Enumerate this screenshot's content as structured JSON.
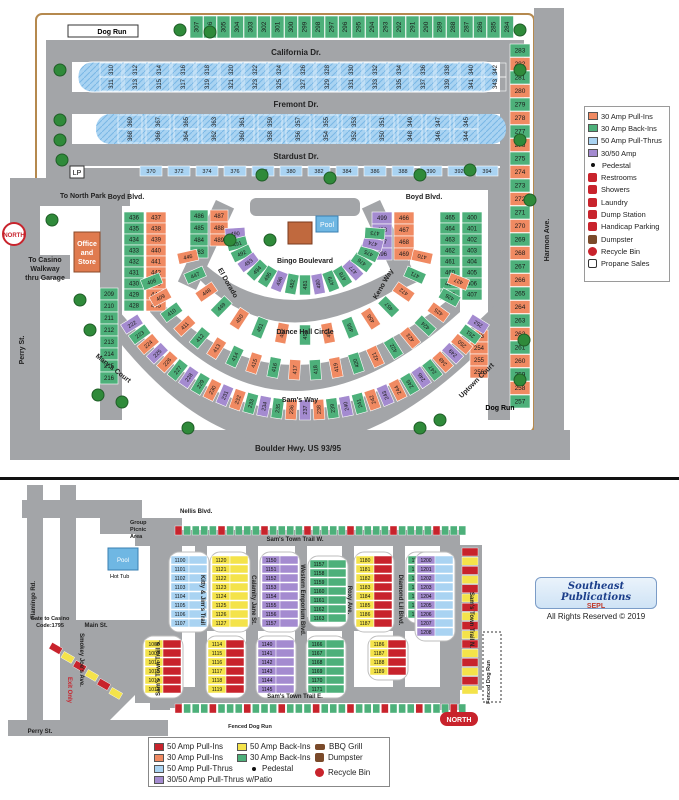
{
  "top_map": {
    "roads": {
      "california_dr": "California Dr.",
      "fremont_dr": "Fremont Dr.",
      "stardust_dr": "Stardust Dr.",
      "boyd_blvd_left": "Boyd Blvd.",
      "boyd_blvd_right": "Boyd Blvd.",
      "harmon_ave": "Harmon Ave.",
      "perry_st": "Perry St.",
      "el_dorado": "El Dorado",
      "keno_way": "Keno Way",
      "bingo_boulevard": "Bingo Boulevard",
      "dance_hall_circle": "Dance Hall Circle",
      "marys_court": "Mary's Court",
      "sams_way": "Sam's Way",
      "uptown_court": "Uptown Court",
      "boulder_hwy": "Boulder Hwy. US 93/95",
      "to_north_park": "To North Park",
      "to_casino_1": "To Casino",
      "to_casino_2": "Walkway",
      "to_casino_3": "thru Garage"
    },
    "labels": {
      "dog_run_top": "Dog Run",
      "dog_run_bottom": "Dog Run",
      "pool": "Pool",
      "lp": "LP",
      "office_1": "Office",
      "office_2": "and",
      "office_3": "Store",
      "north": "NORTH"
    },
    "rows": {
      "california_top": [
        "307",
        "306",
        "305",
        "304",
        "303",
        "302",
        "301",
        "300",
        "299",
        "298",
        "297",
        "296",
        "295",
        "294",
        "293",
        "292",
        "291",
        "290",
        "289",
        "288",
        "287",
        "286",
        "285",
        "284"
      ],
      "california_bottom": [
        "310",
        "312",
        "314",
        "316",
        "318",
        "320",
        "322",
        "324",
        "326",
        "328",
        "330",
        "332",
        "334",
        "336",
        "338",
        "340",
        "342"
      ],
      "fremont_top": [
        "311",
        "313",
        "315",
        "317",
        "319",
        "321",
        "323",
        "325",
        "327",
        "329",
        "331",
        "333",
        "335",
        "337",
        "339",
        "341",
        "343"
      ],
      "fremont_bottom": [
        "369",
        "367",
        "365",
        "363",
        "361",
        "359",
        "357",
        "355",
        "353",
        "351",
        "349",
        "347",
        "345"
      ],
      "stardust_top": [
        "368",
        "366",
        "364",
        "362",
        "360",
        "358",
        "356",
        "354",
        "352",
        "350",
        "348",
        "346",
        "344"
      ],
      "stardust_bottom": [
        "370",
        "372",
        "374",
        "376",
        "378",
        "380",
        "382",
        "384",
        "386",
        "388",
        "390",
        "392",
        "394"
      ],
      "east_column": [
        "283",
        "282",
        "281",
        "280",
        "279",
        "278",
        "277",
        "276",
        "275",
        "274",
        "273",
        "272",
        "271",
        "270",
        "269",
        "268",
        "267",
        "266",
        "265",
        "264",
        "263",
        "262",
        "261",
        "260",
        "259",
        "258",
        "257"
      ],
      "west_block_a": [
        "436",
        "435",
        "434",
        "433",
        "432",
        "431",
        "430",
        "429",
        "428",
        "437",
        "438",
        "439",
        "440",
        "441",
        "442",
        "443",
        "444",
        "445"
      ],
      "west_block_b": [
        "486",
        "485",
        "484",
        "483",
        "487",
        "488",
        "489"
      ],
      "east_block_a": [
        "499",
        "498",
        "497",
        "496",
        "466",
        "467",
        "468",
        "469"
      ],
      "east_block_b": [
        "465",
        "464",
        "463",
        "462",
        "461",
        "460",
        "459",
        "458",
        "400",
        "401",
        "402",
        "403",
        "404",
        "405",
        "406",
        "407"
      ],
      "bingo_ring": [
        "490",
        "491",
        "492",
        "493",
        "494",
        "495",
        "496",
        "482",
        "481",
        "480",
        "479",
        "478",
        "477",
        "476",
        "475",
        "474",
        "473"
      ],
      "dance_ring": [
        "446",
        "447",
        "448",
        "449",
        "450",
        "451",
        "452",
        "453",
        "454",
        "455",
        "456",
        "457",
        "472",
        "471",
        "470"
      ],
      "sams_ring_inner": [
        "408",
        "409",
        "410",
        "411",
        "412",
        "413",
        "414",
        "415",
        "416",
        "417",
        "418",
        "419",
        "420",
        "421",
        "422",
        "423",
        "424",
        "425",
        "426",
        "427"
      ],
      "sams_ring_outer": [
        "222",
        "223",
        "224",
        "225",
        "226",
        "227",
        "228",
        "229",
        "230",
        "231",
        "232",
        "233",
        "234",
        "235",
        "236",
        "237",
        "238",
        "239",
        "240",
        "241",
        "242",
        "243",
        "244",
        "245",
        "246",
        "247",
        "248",
        "249",
        "250",
        "251",
        "252"
      ],
      "west_column": [
        "209",
        "210",
        "211",
        "212",
        "213",
        "214",
        "215",
        "216",
        "217",
        "218",
        "219",
        "220",
        "221"
      ],
      "uptown": [
        "253",
        "254",
        "255",
        "256"
      ]
    },
    "legend": {
      "items": [
        {
          "label": "30 Amp Pull-Ins",
          "color": "#f08a62"
        },
        {
          "label": "30 Amp Back-Ins",
          "color": "#4db07a"
        },
        {
          "label": "50 Amp Pull-Thrus",
          "color": "#a9d3f2"
        },
        {
          "label": "30/50 Amp",
          "color": "#a48bd0"
        },
        {
          "label": "Pedestal",
          "icon": "pedestal-icon"
        },
        {
          "label": "Restrooms",
          "icon": "restrooms-icon"
        },
        {
          "label": "Showers",
          "icon": "showers-icon"
        },
        {
          "label": "Laundry",
          "icon": "laundry-icon"
        },
        {
          "label": "Dump Station",
          "icon": "dump-station-icon"
        },
        {
          "label": "Handicap Parking",
          "icon": "handicap-icon"
        },
        {
          "label": "Dumpster",
          "icon": "dumpster-icon"
        },
        {
          "label": "Recycle Bin",
          "icon": "recycle-icon"
        },
        {
          "label": "Propane Sales",
          "icon": "propane-icon"
        }
      ]
    }
  },
  "bottom_map": {
    "roads": {
      "nellis_blvd": "Nellis Blvd.",
      "sams_town_trail_w": "Sam's Town Trail W.",
      "sams_town_trail_e": "Sam's Town Trail E.",
      "sams_town_trail_s": "Sam's Town Trail S.",
      "sams_town_trail_n": "Sam's Town Trail N.",
      "flamingo_rd": "Flamingo Rd.",
      "main_st": "Main St.",
      "perry_st": "Perry St.",
      "smokey_joes_ave": "Smokey Joe's Ave.",
      "kitty_jims_trail": "Kitty & Jim's Trail",
      "calamity_jane_st": "Calamity Jane St.",
      "western_emporium_blvd": "Western Emporium Blvd.",
      "roxy_ave": "Roxy Ave.",
      "diamond_lil_blvd": "Diamond Lil Blvd.",
      "gate_to_casino_1": "Gate to Casino",
      "gate_to_casino_2": "Code:1795",
      "exit_only": "Exit Only",
      "group_picnic_1": "Group",
      "group_picnic_2": "Picnic",
      "group_picnic_3": "Area",
      "pool": "Pool",
      "hot_tub": "Hot Tub",
      "fenced_dog_run": "Fenced Dog Run",
      "fenced_dog_run_2": "Fenced Dog Run",
      "north": "NORTH"
    },
    "blocks": {
      "block_1": [
        "1100",
        "1101",
        "1102",
        "1103",
        "1104",
        "1105",
        "1106",
        "1107"
      ],
      "block_2": [
        "1120",
        "1121",
        "1122",
        "1123",
        "1124",
        "1125",
        "1126",
        "1127"
      ],
      "block_3": [
        "1150",
        "1151",
        "1152",
        "1153",
        "1154",
        "1155",
        "1156",
        "1157"
      ],
      "block_4": [
        "1157",
        "1158",
        "1159",
        "1160",
        "1161",
        "1162",
        "1163"
      ],
      "block_5": [
        "1180",
        "1181",
        "1182",
        "1183",
        "1184",
        "1185",
        "1186",
        "1187"
      ],
      "block_6": [
        "1190",
        "1191",
        "1192",
        "1193",
        "1194",
        "1195",
        "1196"
      ],
      "block_7": [
        "1200",
        "1201",
        "1202",
        "1203",
        "1204",
        "1205",
        "1206",
        "1207",
        "1208"
      ],
      "block_8": [
        "1008",
        "1009",
        "1010",
        "1011",
        "1012",
        "1013"
      ],
      "block_9": [
        "1114",
        "1115",
        "1116",
        "1117",
        "1118",
        "1119"
      ],
      "block_10": [
        "1140",
        "1141",
        "1142",
        "1143",
        "1144",
        "1145"
      ],
      "block_11": [
        "1166",
        "1167",
        "1168",
        "1169",
        "1170",
        "1171"
      ],
      "block_12": [
        "1186",
        "1187",
        "1188",
        "1189"
      ]
    },
    "legend": {
      "items": [
        {
          "label": "50 Amp Pull-Ins",
          "color": "#c8232c"
        },
        {
          "label": "50 Amp Back-Ins",
          "color": "#f4e34a"
        },
        {
          "label": "BBQ Grill",
          "icon": "bbq-grill-icon"
        },
        {
          "label": "30 Amp Pull-Ins",
          "color": "#f08a62"
        },
        {
          "label": "30 Amp Back-Ins",
          "color": "#4db07a"
        },
        {
          "label": "Dumpster",
          "icon": "dumpster-icon"
        },
        {
          "label": "50 Amp Pull-Thrus",
          "color": "#a9d3f2"
        },
        {
          "label": "Pedestal",
          "icon": "pedestal-icon"
        },
        {
          "label": "30/50 Amp Pull-Thrus w/Patio",
          "color": "#a48bd0"
        },
        {
          "label": "Recycle Bin",
          "icon": "recycle-icon"
        }
      ]
    }
  },
  "publisher": {
    "name": "Southeast Publications",
    "sub": "SEPL",
    "rights": "All Rights Reserved © 2019"
  },
  "colors": {
    "road": "#a3a5a8",
    "grass": "#ffffff",
    "tree": "#2f8a3a",
    "pull_in_30": "#f08a62",
    "back_in_30": "#4db07a",
    "pull_thru_50": "#a9d3f2",
    "amp_3050": "#a48bd0",
    "pull_in_50": "#c8232c",
    "back_in_50": "#f4e34a",
    "pool": "#6fb7e3"
  }
}
